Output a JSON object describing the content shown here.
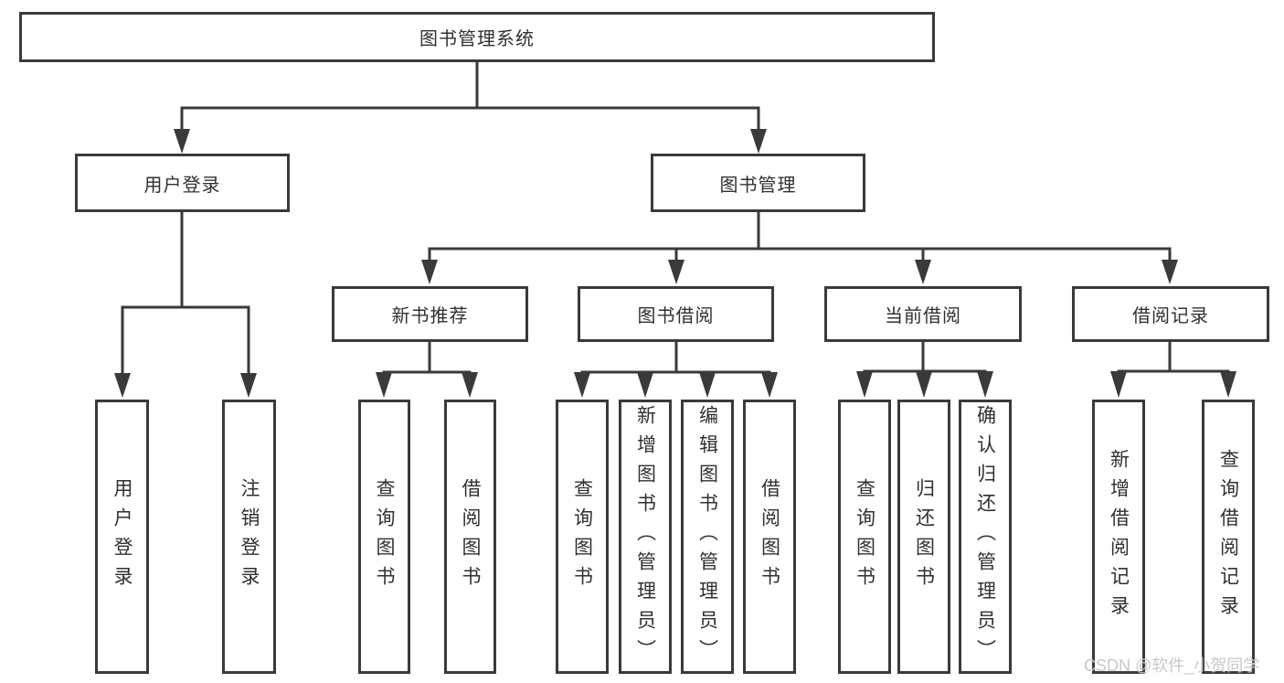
{
  "diagram": {
    "title": "图书管理系统",
    "root": {
      "label": "图书管理系统"
    },
    "level2": [
      {
        "label": "用户登录"
      },
      {
        "label": "图书管理"
      }
    ],
    "level3": [
      {
        "label": "新书推荐"
      },
      {
        "label": "图书借阅"
      },
      {
        "label": "当前借阅"
      },
      {
        "label": "借阅记录"
      }
    ],
    "leaves": [
      {
        "label": "用户登录",
        "parent": "用户登录"
      },
      {
        "label": "注销登录",
        "parent": "用户登录"
      },
      {
        "label": "查询图书",
        "parent": "新书推荐"
      },
      {
        "label": "借阅图书",
        "parent": "新书推荐"
      },
      {
        "label": "查询图书",
        "parent": "图书借阅"
      },
      {
        "label": "新增图书（管理员）",
        "parent": "图书借阅"
      },
      {
        "label": "编辑图书（管理员）",
        "parent": "图书借阅"
      },
      {
        "label": "借阅图书",
        "parent": "图书借阅"
      },
      {
        "label": "查询图书",
        "parent": "当前借阅"
      },
      {
        "label": "归还图书",
        "parent": "当前借阅"
      },
      {
        "label": "确认归还（管理员）",
        "parent": "当前借阅"
      },
      {
        "label": "新增借阅记录",
        "parent": "借阅记录"
      },
      {
        "label": "查询借阅记录",
        "parent": "借阅记录"
      }
    ]
  },
  "watermark": {
    "text": "CSDN @软件_小贺同学"
  },
  "colors": {
    "line": "#3a3a3a",
    "border": "#3a3a3a",
    "text": "#303030",
    "background": "#ffffff",
    "watermark": "#c4c4c4"
  }
}
